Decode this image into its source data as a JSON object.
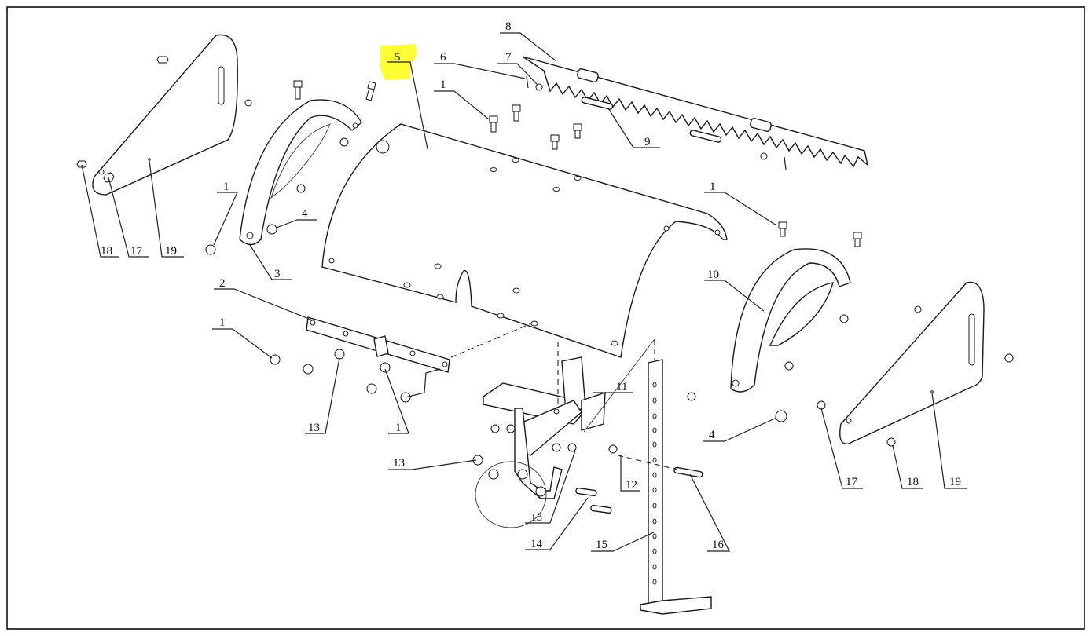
{
  "diagram": {
    "highlight_color": "#ffff33",
    "highlighted_callout": "5",
    "callouts": [
      {
        "id": "c-8",
        "label": "8"
      },
      {
        "id": "c-5",
        "label": "5"
      },
      {
        "id": "c-6",
        "label": "6"
      },
      {
        "id": "c-7",
        "label": "7"
      },
      {
        "id": "c-1a",
        "label": "1"
      },
      {
        "id": "c-9",
        "label": "9"
      },
      {
        "id": "c-1b",
        "label": "1"
      },
      {
        "id": "c-4a",
        "label": "4"
      },
      {
        "id": "c-18a",
        "label": "18"
      },
      {
        "id": "c-17a",
        "label": "17"
      },
      {
        "id": "c-19a",
        "label": "19"
      },
      {
        "id": "c-3",
        "label": "3"
      },
      {
        "id": "c-1c",
        "label": "1"
      },
      {
        "id": "c-2",
        "label": "2"
      },
      {
        "id": "c-1d",
        "label": "1"
      },
      {
        "id": "c-10",
        "label": "10"
      },
      {
        "id": "c-11",
        "label": "11"
      },
      {
        "id": "c-13a",
        "label": "13"
      },
      {
        "id": "c-1e",
        "label": "1"
      },
      {
        "id": "c-4b",
        "label": "4"
      },
      {
        "id": "c-13b",
        "label": "13"
      },
      {
        "id": "c-12",
        "label": "12"
      },
      {
        "id": "c-17b",
        "label": "17"
      },
      {
        "id": "c-18b",
        "label": "18"
      },
      {
        "id": "c-19b",
        "label": "19"
      },
      {
        "id": "c-13c",
        "label": "13"
      },
      {
        "id": "c-14",
        "label": "14"
      },
      {
        "id": "c-15",
        "label": "15"
      },
      {
        "id": "c-16",
        "label": "16"
      }
    ]
  }
}
